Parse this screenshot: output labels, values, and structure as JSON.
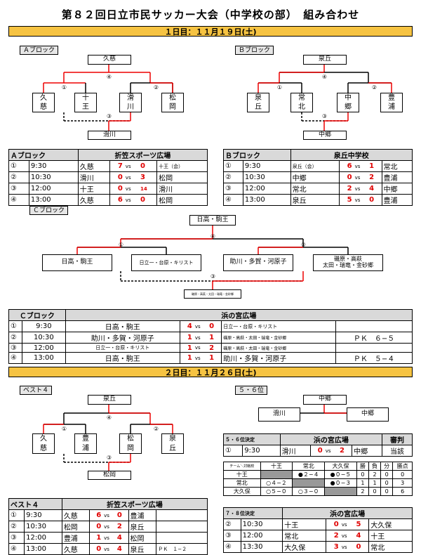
{
  "title": "第８２回日立市民サッカー大会（中学校の部）　組み合わせ",
  "day1": "１日目：１１月１９日(土)",
  "day2": "２日目：１１月２６日(土)",
  "blockA": {
    "label": "Ａブロック",
    "top": "久慈",
    "t1": "久\n慈",
    "t2": "十\n王",
    "t3": "滑\n川",
    "t4": "松\n岡",
    "third": "滑川",
    "n1": "①",
    "n2": "②",
    "n3": "③",
    "n4": "④"
  },
  "blockB": {
    "label": "Ｂブロック",
    "top": "泉丘",
    "t1": "泉\n丘",
    "t2": "常\n北",
    "t3": "中\n郷",
    "t4": "豊\n浦",
    "third": "中郷",
    "n1": "①",
    "n2": "②",
    "n3": "③",
    "n4": "④"
  },
  "blockC": {
    "label": "Ｃブロック",
    "top": "日高・駒王",
    "t1": "日高・駒王",
    "t2": "日立一・台原・キリスト",
    "t3": "助川・多賀・河原子",
    "t4a": "磯原・高萩",
    "t4b": "太田・瑞竜・金砂郷",
    "third": "磯原・高萩・太田・瑞竜・金砂郷",
    "n1": "①",
    "n2": "②",
    "n3": "③",
    "n4": "④"
  },
  "tableA": {
    "block": "Ａブロック",
    "venue": "折笠スポーツ広場",
    "rows": [
      {
        "n": "①",
        "time": "9:30",
        "home": "久慈",
        "hs": "7",
        "vs": "vs",
        "as": "0",
        "away": "十王（会）"
      },
      {
        "n": "②",
        "time": "10:30",
        "home": "滑川",
        "hs": "0",
        "vs": "vs",
        "as": "3",
        "away": "松岡"
      },
      {
        "n": "③",
        "time": "12:00",
        "home": "十王",
        "hs": "0",
        "vs": "vs",
        "as": "14",
        "away": "滑川"
      },
      {
        "n": "④",
        "time": "13:00",
        "home": "久慈",
        "hs": "6",
        "vs": "vs",
        "as": "0",
        "away": "松岡"
      }
    ]
  },
  "tableB": {
    "block": "Ｂブロック",
    "venue": "泉丘中学校",
    "rows": [
      {
        "n": "①",
        "time": "9:30",
        "home": "泉丘（会）",
        "hs": "6",
        "vs": "vs",
        "as": "1",
        "away": "常北"
      },
      {
        "n": "②",
        "time": "10:30",
        "home": "中郷",
        "hs": "0",
        "vs": "vs",
        "as": "2",
        "away": "豊浦"
      },
      {
        "n": "③",
        "time": "12:00",
        "home": "常北",
        "hs": "2",
        "vs": "vs",
        "as": "4",
        "away": "中郷"
      },
      {
        "n": "④",
        "time": "13:00",
        "home": "泉丘",
        "hs": "5",
        "vs": "vs",
        "as": "0",
        "away": "豊浦"
      }
    ]
  },
  "tableC": {
    "block": "Ｃブロック",
    "venue": "浜の宮広場",
    "rows": [
      {
        "n": "①",
        "time": "9:30",
        "home": "日高・駒王",
        "hs": "4",
        "vs": "vs",
        "as": "0",
        "away": "日立一・台原・キリスト",
        "note": ""
      },
      {
        "n": "②",
        "time": "10:30",
        "home": "助川・多賀・河原子",
        "hs": "1",
        "vs": "vs",
        "as": "1",
        "away": "磯原・高萩・太田・瑞竜・金砂郷",
        "note": "ＰＫ　６−５"
      },
      {
        "n": "③",
        "time": "12:00",
        "home": "日立一・台原・キリスト",
        "hs": "1",
        "vs": "vs",
        "as": "2",
        "away": "磯原・高萩・太田・瑞竜・金砂郷",
        "note": ""
      },
      {
        "n": "④",
        "time": "13:00",
        "home": "日高・駒王",
        "hs": "1",
        "vs": "vs",
        "as": "1",
        "away": "助川・多賀・河原子",
        "note": "ＰＫ　５−４"
      }
    ]
  },
  "best4": {
    "label": "ベスト４",
    "top": "泉丘",
    "t1": "久\n慈",
    "t2": "豊\n浦",
    "t3": "松\n岡",
    "t4": "泉\n丘",
    "third": "松岡",
    "n1": "①",
    "n2": "②",
    "n3": "③",
    "n4": "④"
  },
  "pos56": {
    "label": "５・６位",
    "top": "中郷",
    "t1": "滑川",
    "t2": "中郷"
  },
  "tableB4": {
    "block": "ベスト４",
    "venue": "折笠スポーツ広場",
    "rows": [
      {
        "n": "①",
        "time": "9:30",
        "home": "久慈",
        "hs": "6",
        "vs": "vs",
        "as": "0",
        "away": "豊浦",
        "note": ""
      },
      {
        "n": "②",
        "time": "10:30",
        "home": "松岡",
        "hs": "0",
        "vs": "vs",
        "as": "2",
        "away": "泉丘",
        "note": ""
      },
      {
        "n": "③",
        "time": "12:00",
        "home": "豊浦",
        "hs": "1",
        "vs": "vs",
        "as": "4",
        "away": "松岡",
        "note": ""
      },
      {
        "n": "④",
        "time": "13:00",
        "home": "久慈",
        "hs": "0",
        "vs": "vs",
        "as": "4",
        "away": "泉丘",
        "note": "ＰＫ　１−２"
      }
    ]
  },
  "table56": {
    "block": "５・６位決定",
    "venue": "浜の宮広場",
    "ref": "審判",
    "row": {
      "n": "①",
      "time": "9:30",
      "home": "滑川",
      "hs": "0",
      "vs": "vs",
      "as": "2",
      "away": "中郷",
      "refv": "当該"
    }
  },
  "league": {
    "corner": "チーム＼対戦校",
    "cols": [
      "十王",
      "常北",
      "大久保",
      "勝",
      "負",
      "分",
      "勝点"
    ],
    "rows": [
      {
        "team": "十王",
        "c1": "",
        "c2": "●２−４",
        "c3": "●０−５",
        "w": "0",
        "l": "2",
        "d": "0",
        "p": "0"
      },
      {
        "team": "常北",
        "c1": "○４−２",
        "c2": "",
        "c3": "●０−３",
        "w": "1",
        "l": "1",
        "d": "0",
        "p": "3"
      },
      {
        "team": "大久保",
        "c1": "○５−０",
        "c2": "○３−０",
        "c3": "",
        "w": "2",
        "l": "0",
        "d": "0",
        "p": "6"
      }
    ]
  },
  "table78": {
    "block": "７・８位決定",
    "venue": "浜の宮広場",
    "rows": [
      {
        "n": "②",
        "time": "10:30",
        "home": "十王",
        "hs": "0",
        "vs": "vs",
        "as": "5",
        "away": "大久保"
      },
      {
        "n": "③",
        "time": "12:00",
        "home": "常北",
        "hs": "2",
        "vs": "vs",
        "as": "4",
        "away": "十王"
      },
      {
        "n": "④",
        "time": "13:30",
        "home": "大久保",
        "hs": "3",
        "vs": "vs",
        "as": "0",
        "away": "常北"
      }
    ]
  }
}
